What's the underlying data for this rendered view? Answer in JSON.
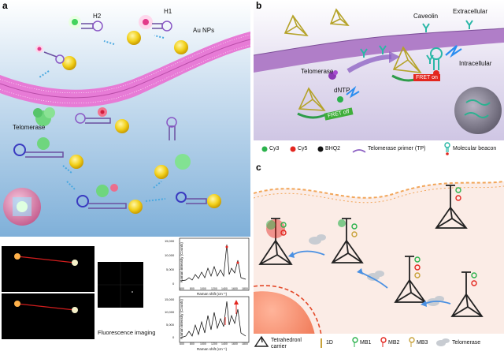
{
  "panel_a": {
    "label": "a",
    "h2": "H2",
    "h1": "H1",
    "au_nps": "Au NPs",
    "telomerase": "Telomerase",
    "fluorescence_imaging": "Fluorescence imaging",
    "raman_xlabel": "Raman shift (cm⁻¹)",
    "raman_ylabel": "Raman intensity (Counts)",
    "raman_y_ticks": [
      "15,000",
      "10,000",
      "5,000",
      "0"
    ],
    "raman_x_ticks": [
      "600",
      "800",
      "1000",
      "1200",
      "1400",
      "1600",
      "1800"
    ]
  },
  "panel_b": {
    "label": "b",
    "caveolin": "Caveolin",
    "extracellular": "Extracellular",
    "intracellular": "Intracellular",
    "telomerase": "Telomerase",
    "dntp": "dNTP",
    "fret_on": "FRET on",
    "fret_off": "FRET off",
    "legend": {
      "cy3": "Cy3",
      "cy5": "Cy5",
      "bhq2": "BHQ2",
      "tp": "Telomerase primer (TP)",
      "beacon": "Molecular beacon"
    }
  },
  "panel_c": {
    "label": "c",
    "legend": {
      "carrier": "Tetrahedronl carrier",
      "one_d": "1D",
      "mb1": "MB1",
      "mb2": "MB2",
      "mb3": "MB3",
      "telomerase": "Telomerase"
    }
  },
  "colors": {
    "membrane_pink": "#e77bd6",
    "panel_a_bg": "#9fc3e0",
    "panel_b_bg": "#d7d2ea",
    "panel_c_bg": "#fbece6",
    "gold": "#f1d21a",
    "cy3_green": "#2bb24c",
    "cy5_red": "#e3261f",
    "fret_on_bg": "#e3261f",
    "fret_off_bg": "#3fae3a",
    "beacon_teal": "#29b7a6"
  }
}
